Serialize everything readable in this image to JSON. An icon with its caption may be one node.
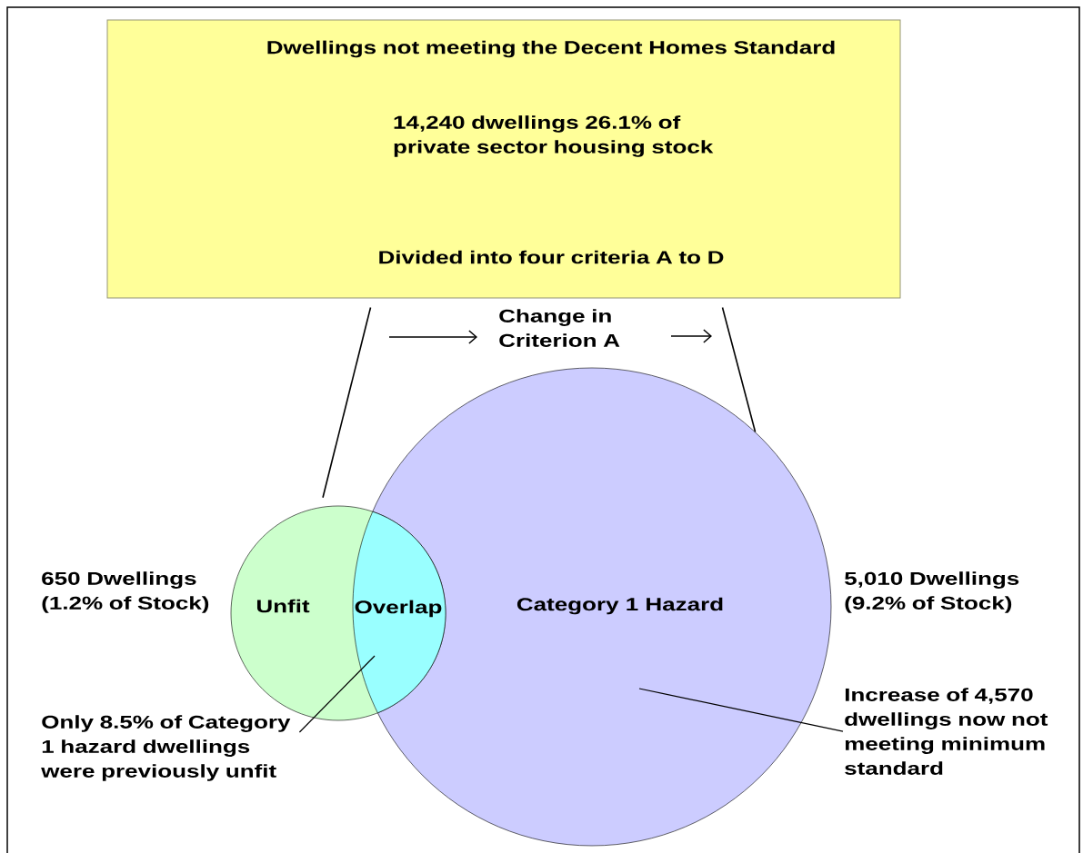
{
  "diagram": {
    "nodes": [
      {
        "text": [
          "Dwellings not meeting the Decent Homes Standard",
          "14,240 dwellings 26.1% of private sector housing stock",
          "Divided into four criteria A to D"
        ]
      },
      {
        "text": [
          "Unfit"
        ],
        "beside": [
          "650 Dwellings (1.2% of Stock)"
        ]
      },
      {
        "text": [
          "Category 1 Hazard"
        ],
        "beside": [
          "5,010 Dwellings (9.2% of Stock)"
        ]
      },
      {
        "text": [
          "Overlap"
        ]
      },
      {
        "text": [
          "Only 8.5% of Category 1 hazard dwellings were previously unfit"
        ]
      },
      {
        "text": [
          "Increase of 4,570 dwellings now not meeting minimum standard"
        ]
      }
    ],
    "edges": [
      {
        "from": 0,
        "to": 1,
        "arrow": "none"
      },
      {
        "from": 0,
        "to": 2,
        "arrow": "none"
      },
      {
        "from": 4,
        "to": 3,
        "arrow": "none"
      },
      {
        "from": 5,
        "to": 2,
        "arrow": "none"
      }
    ],
    "labels": [
      "Change in Criterion A"
    ]
  }
}
